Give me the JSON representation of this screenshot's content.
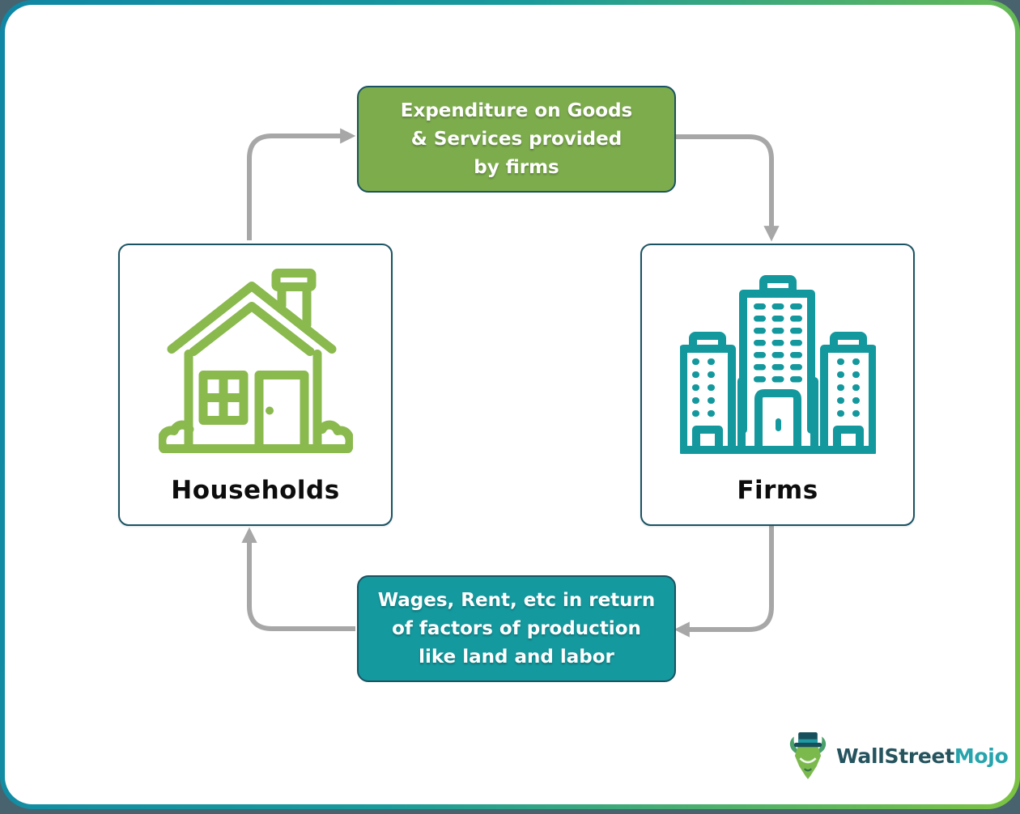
{
  "theme": {
    "outer_background": "#48626e",
    "frame_gradient_start": "#0f87a5",
    "frame_gradient_end": "#7cc342",
    "canvas_background": "#ffffff",
    "expenditure_box_color": "#7dac4d",
    "wages_box_color": "#14999e",
    "node_border_color": "#1b5362",
    "arrow_color": "#a7a7a7",
    "house_icon_color": "#8ab94e",
    "buildings_icon_color": "#13989e",
    "node_label_color": "#0d0d0d",
    "brand_primary_color": "#26545e",
    "brand_secondary_color": "#27a4ad"
  },
  "flow": {
    "expenditure_box": {
      "lines": [
        "Expenditure on Goods",
        "& Services provided",
        "by firms"
      ]
    },
    "wages_box": {
      "lines": [
        "Wages, Rent, etc in return",
        "of factors of production",
        "like land and labor"
      ]
    },
    "households": {
      "label": "Households"
    },
    "firms": {
      "label": "Firms"
    }
  },
  "icons": {
    "households": "house-icon",
    "firms": "buildings-icon",
    "logo": "bull-mascot-icon"
  },
  "branding": {
    "primary": "WallStreet",
    "secondary": "Mojo"
  }
}
